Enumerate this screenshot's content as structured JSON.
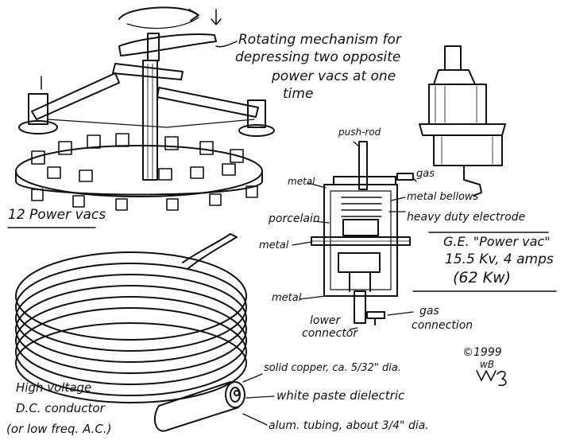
{
  "labels": {
    "rotating_line1": "Rotating mechanism for",
    "rotating_line2": "depressing two opposite",
    "rotating_line3": "power vacs at one",
    "rotating_line4": "time",
    "twelve_power_vacs": "12 Power vacs",
    "push_rod": "push-rod",
    "gas_top": "gas",
    "metal_top": "metal",
    "metal_bellows": "metal bellows",
    "porcelain": "porcelain",
    "heavy_electrode": "heavy duty electrode",
    "metal_mid": "metal",
    "metal_bottom": "metal",
    "lower_connector_1": "lower",
    "lower_connector_2": "connector",
    "gas_connection_1": "gas",
    "gas_connection_2": "connection",
    "ge_line1": "G.E. \"Power vac\"",
    "ge_line2": "15.5 Kv, 4 amps",
    "ge_line3": "(62 Kw)",
    "copyright_year": "©1999",
    "initials": "wB",
    "solid_copper": "solid copper, ca. 5/32\" dia.",
    "white_paste": "white paste dielectric",
    "alum_tubing": "alum. tubing, about 3/4\" dia.",
    "hv_line1": "High voltage",
    "hv_line2": "D.C. conductor",
    "hv_line3": "(or low freq. A.C.)"
  }
}
